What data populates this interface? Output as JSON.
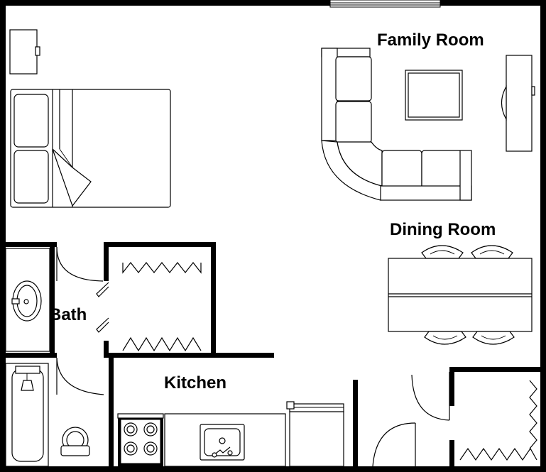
{
  "rooms": {
    "family_room": "Family Room",
    "dining_room": "Dining Room",
    "bath": "Bath",
    "kitchen": "Kitchen"
  },
  "colors": {
    "wall": "#000000",
    "background": "#ffffff"
  },
  "icons": [
    "bed-icon",
    "nightstand-icon",
    "sectional-sofa-icon",
    "coffee-table-icon",
    "tv-stand-icon",
    "dining-table-icon",
    "chair-icon",
    "sink-icon",
    "bathtub-icon",
    "toilet-icon",
    "stove-icon",
    "dishwasher-icon",
    "door-swing-icon",
    "closet-door-icon"
  ]
}
